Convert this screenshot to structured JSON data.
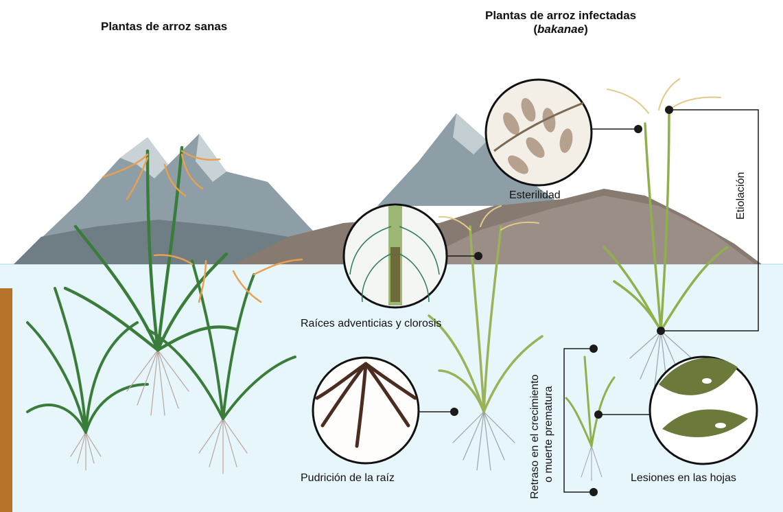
{
  "headers": {
    "healthy": "Plantas de arroz sanas",
    "infected_line1": "Plantas de arroz infectadas",
    "infected_line2_open": "(",
    "infected_line2_italic": "bakanae",
    "infected_line2_close": ")"
  },
  "labels": {
    "sterility": "Esterilidad",
    "etiolation": "Etiolación",
    "adventitious_roots": "Raíces adventicias y clorosis",
    "root_rot": "Pudrición de la raíz",
    "stunting_line1": "Retraso en el crecimiento",
    "stunting_line2": "o muerte prematura",
    "leaf_lesions": "Lesiones en las hojas"
  },
  "colors": {
    "water": "#e6f6fb",
    "mountain": "#8d9ea6",
    "hill": "#877a71",
    "healthy_leaf": "#3a7d3a",
    "panicle": "#e8a050",
    "infected_leaf": "#9ab358",
    "accent_bar": "#b57228",
    "connector": "#1a1a1a"
  }
}
